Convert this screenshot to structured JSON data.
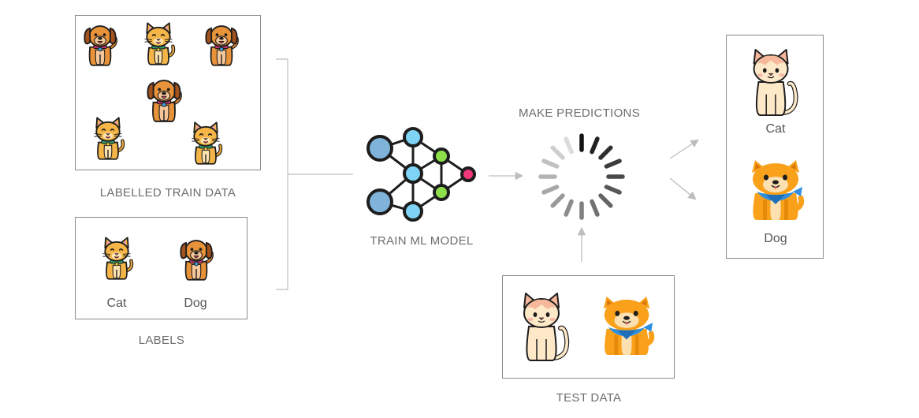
{
  "captions": {
    "train_data": "LABELLED TRAIN DATA",
    "labels": "LABELS",
    "train_model": "TRAIN ML MODEL",
    "make_predictions": "MAKE PREDICTIONS",
    "test_data": "TEST DATA"
  },
  "labels_box": {
    "cat": "Cat",
    "dog": "Dog"
  },
  "predictions_box": {
    "cat": "Cat",
    "dog": "Dog"
  },
  "icons": {
    "puppy": "puppy-icon",
    "kitten": "kitten-icon",
    "cream_cat": "cream-cat-icon",
    "shiba": "shiba-dog-icon",
    "network": "neural-network-icon",
    "spinner": "loading-spinner-icon"
  },
  "colors": {
    "border": "#8a8a8a",
    "caption": "#6d6d6d",
    "arrow": "#bdbdbd",
    "node_blue": "#7fc8f5",
    "node_green": "#8de04a",
    "node_pink": "#f0377a",
    "puppy": "#e8923a",
    "kitten": "#f5b547",
    "shiba": "#f9a11b"
  }
}
